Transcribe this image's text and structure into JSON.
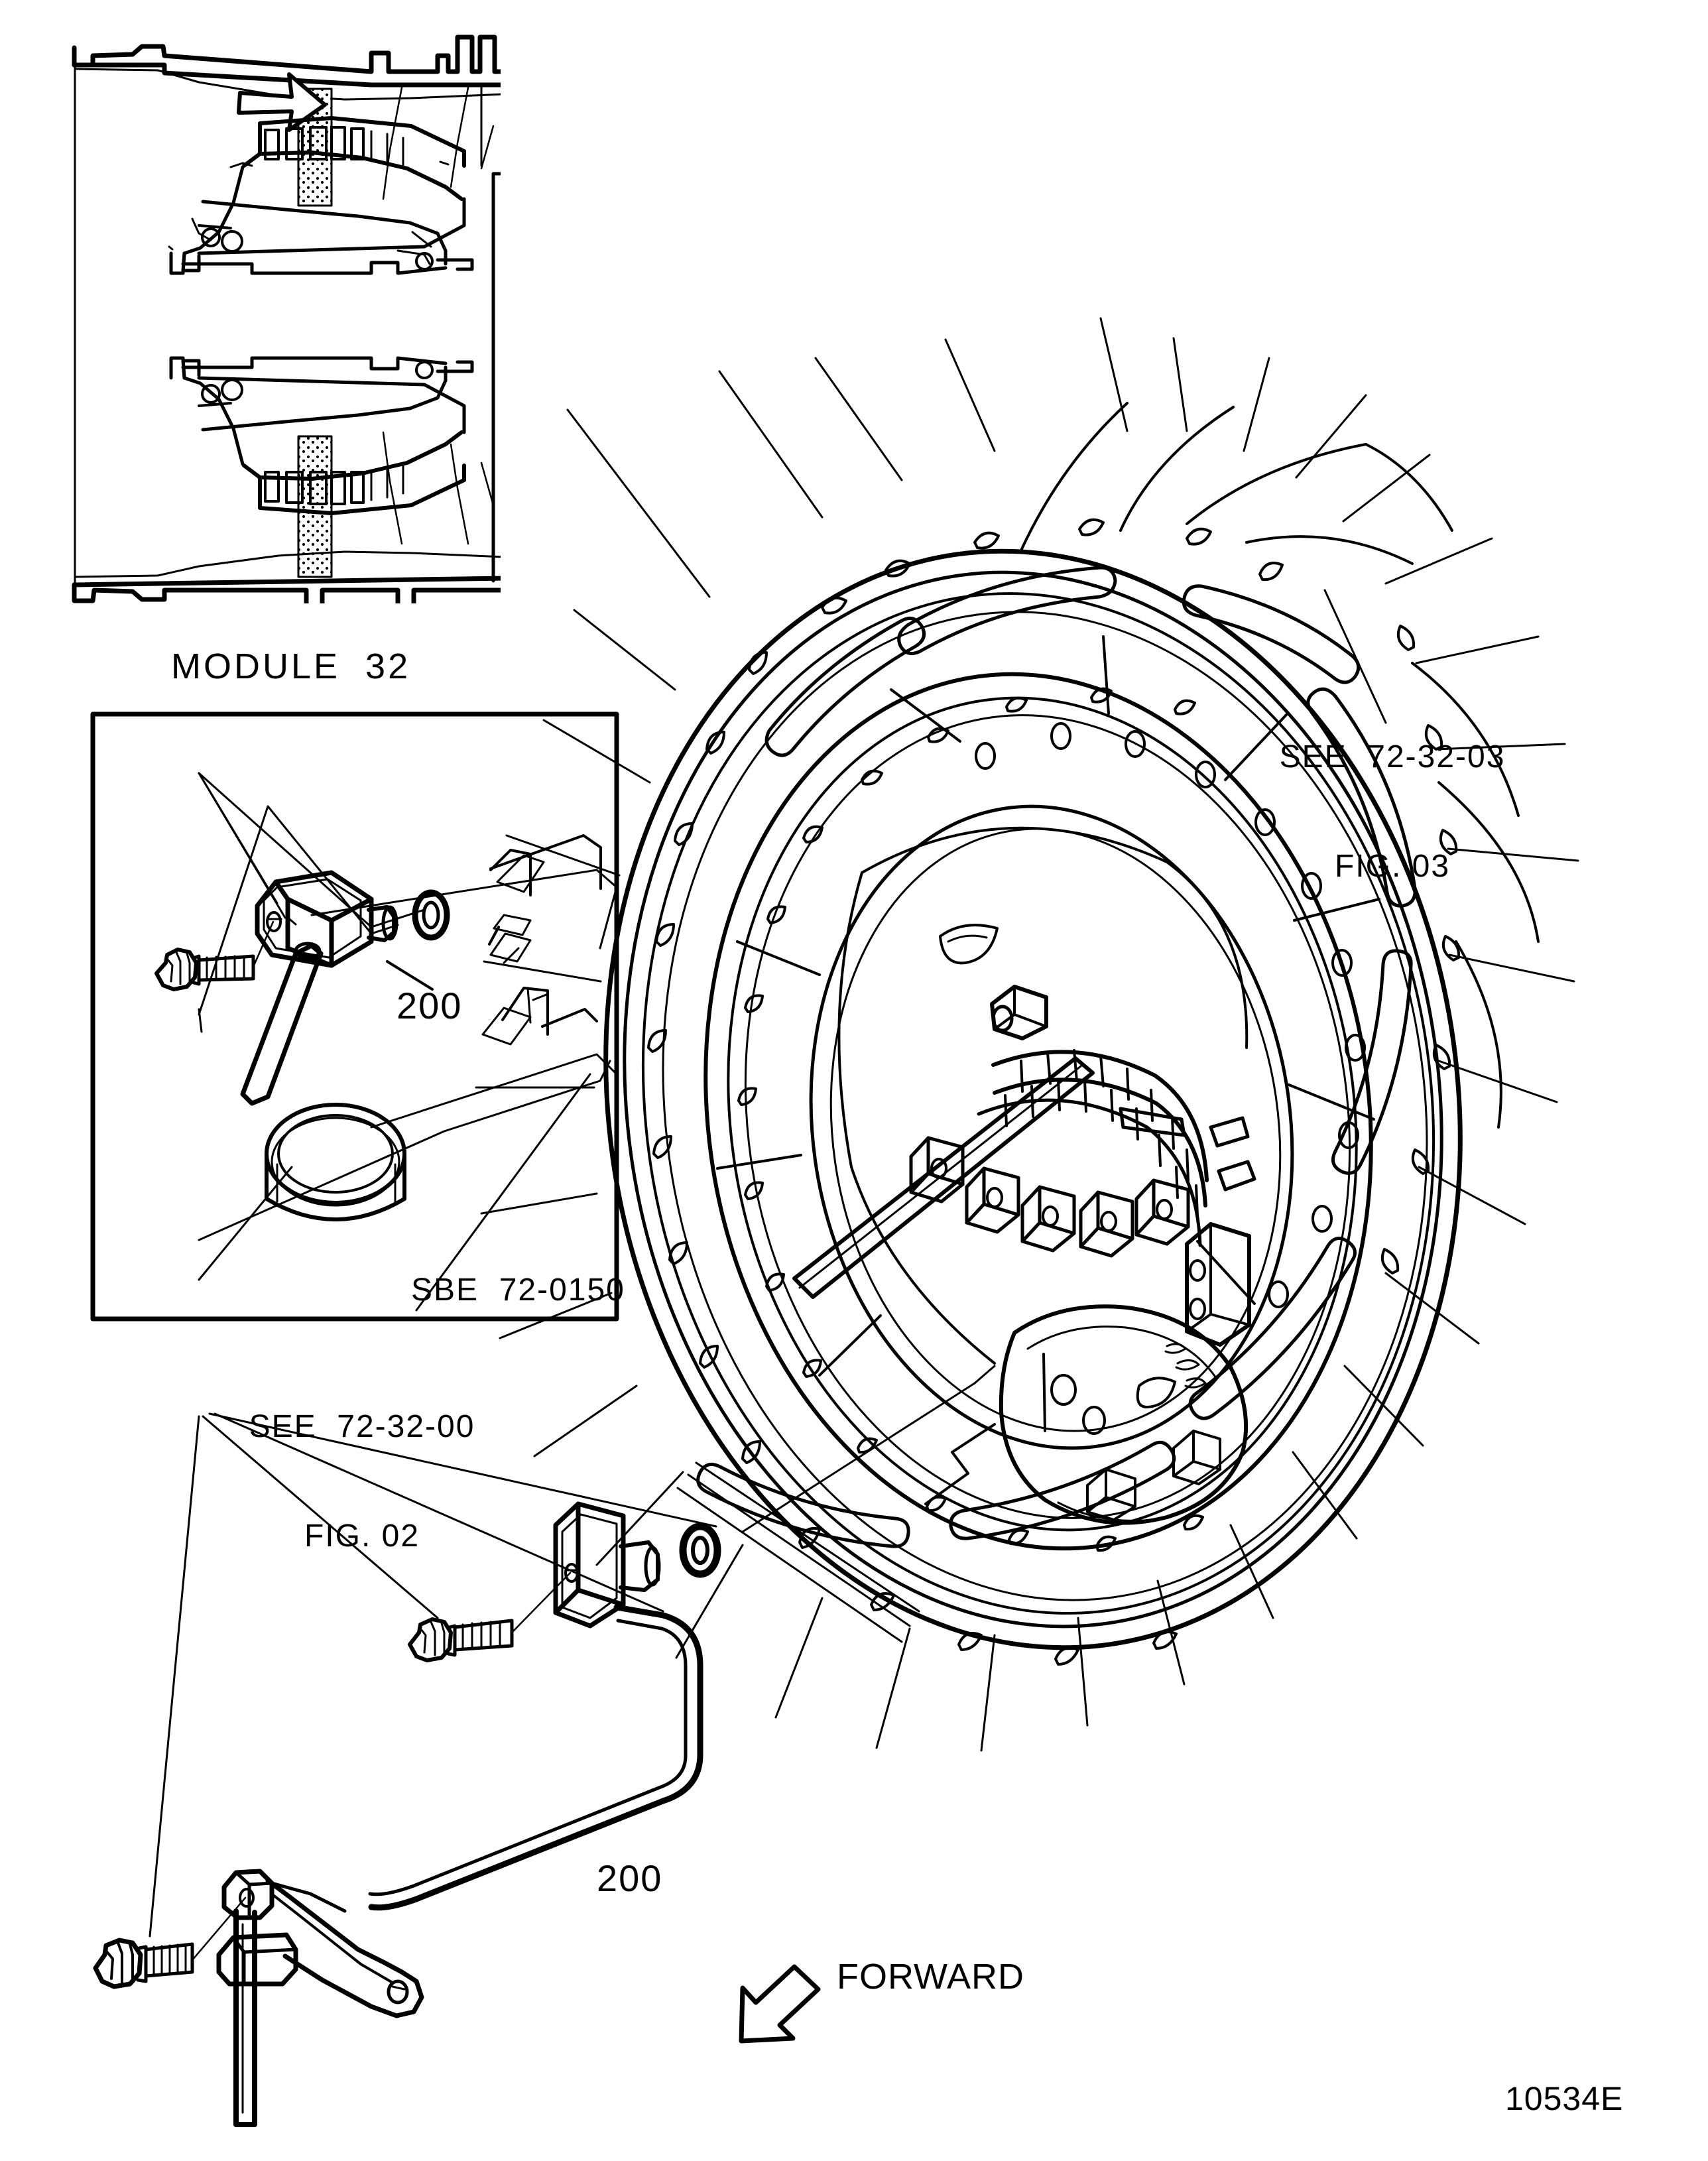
{
  "figure": {
    "figure_code": "10534E",
    "module_label": "MODULE  32",
    "sbe_label": "SBE  72-0150",
    "forward_label": "FORWARD"
  },
  "references": {
    "top_right": {
      "line1": "SEE  72-32-03",
      "line2": "FIG. 03"
    },
    "inset_below": {
      "line1": "SEE  72-32-00",
      "line2": "FIG. 02"
    }
  },
  "callouts": [
    {
      "id": "inset-200",
      "number": "200"
    },
    {
      "id": "main-200",
      "number": "200"
    }
  ],
  "icons": {
    "flow_arrow": "arrow-right-icon",
    "forward_arrow": "arrow-down-left-icon"
  }
}
